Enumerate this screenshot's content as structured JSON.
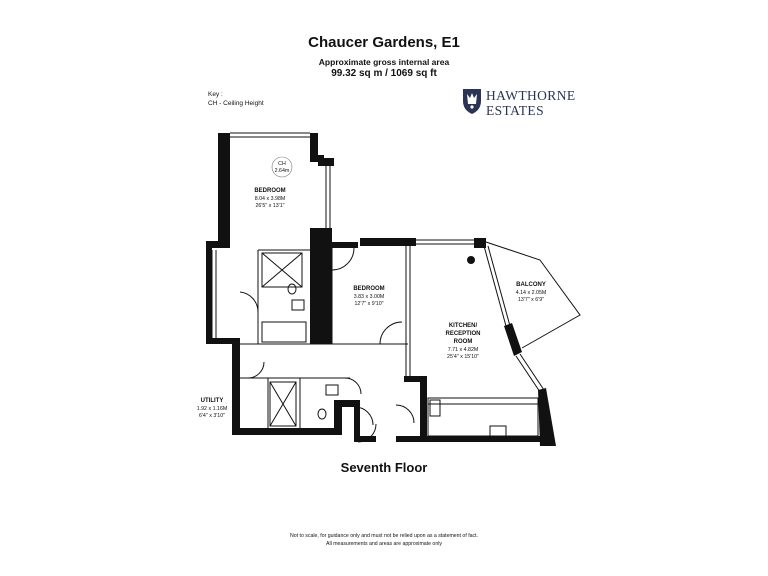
{
  "header": {
    "title": "Chaucer Gardens, E1",
    "subtitle": "Approximate gross internal area",
    "area": "99.32 sq m /  1069 sq ft"
  },
  "key": {
    "heading": "Key :",
    "item": "CH - Ceiling Height"
  },
  "brand": {
    "line1": "HAWTHORNE",
    "line2": "ESTATES",
    "color": "#2b3454",
    "icon": "crest-icon"
  },
  "ceiling": {
    "label": "CH",
    "value": "2.64m"
  },
  "rooms": [
    {
      "name": "BEDROOM",
      "metric": "8.04 x 3.98M",
      "imperial": "26'5\" x 13'1\""
    },
    {
      "name": "BEDROOM",
      "metric": "3.83 x 3.00M",
      "imperial": "12'7\" x 9'10\""
    },
    {
      "name": "BALCONY",
      "metric": "4.14 x 2.05M",
      "imperial": "13'7\" x 6'9\""
    },
    {
      "name": "KITCHEN/",
      "name2": "RECEPTION",
      "name3": "ROOM",
      "metric": "7.71 x 4.82M",
      "imperial": "25'4\" x 15'10\""
    },
    {
      "name": "UTILITY",
      "metric": "1.92 x 1.16M",
      "imperial": "6'4\" x 3'10\""
    }
  ],
  "floor_label": "Seventh Floor",
  "disclaimer": {
    "line1": "Not to scale, for guidance only and must not be relied upon as a statement of fact.",
    "line2": "All measurements and areas are approximate only"
  }
}
